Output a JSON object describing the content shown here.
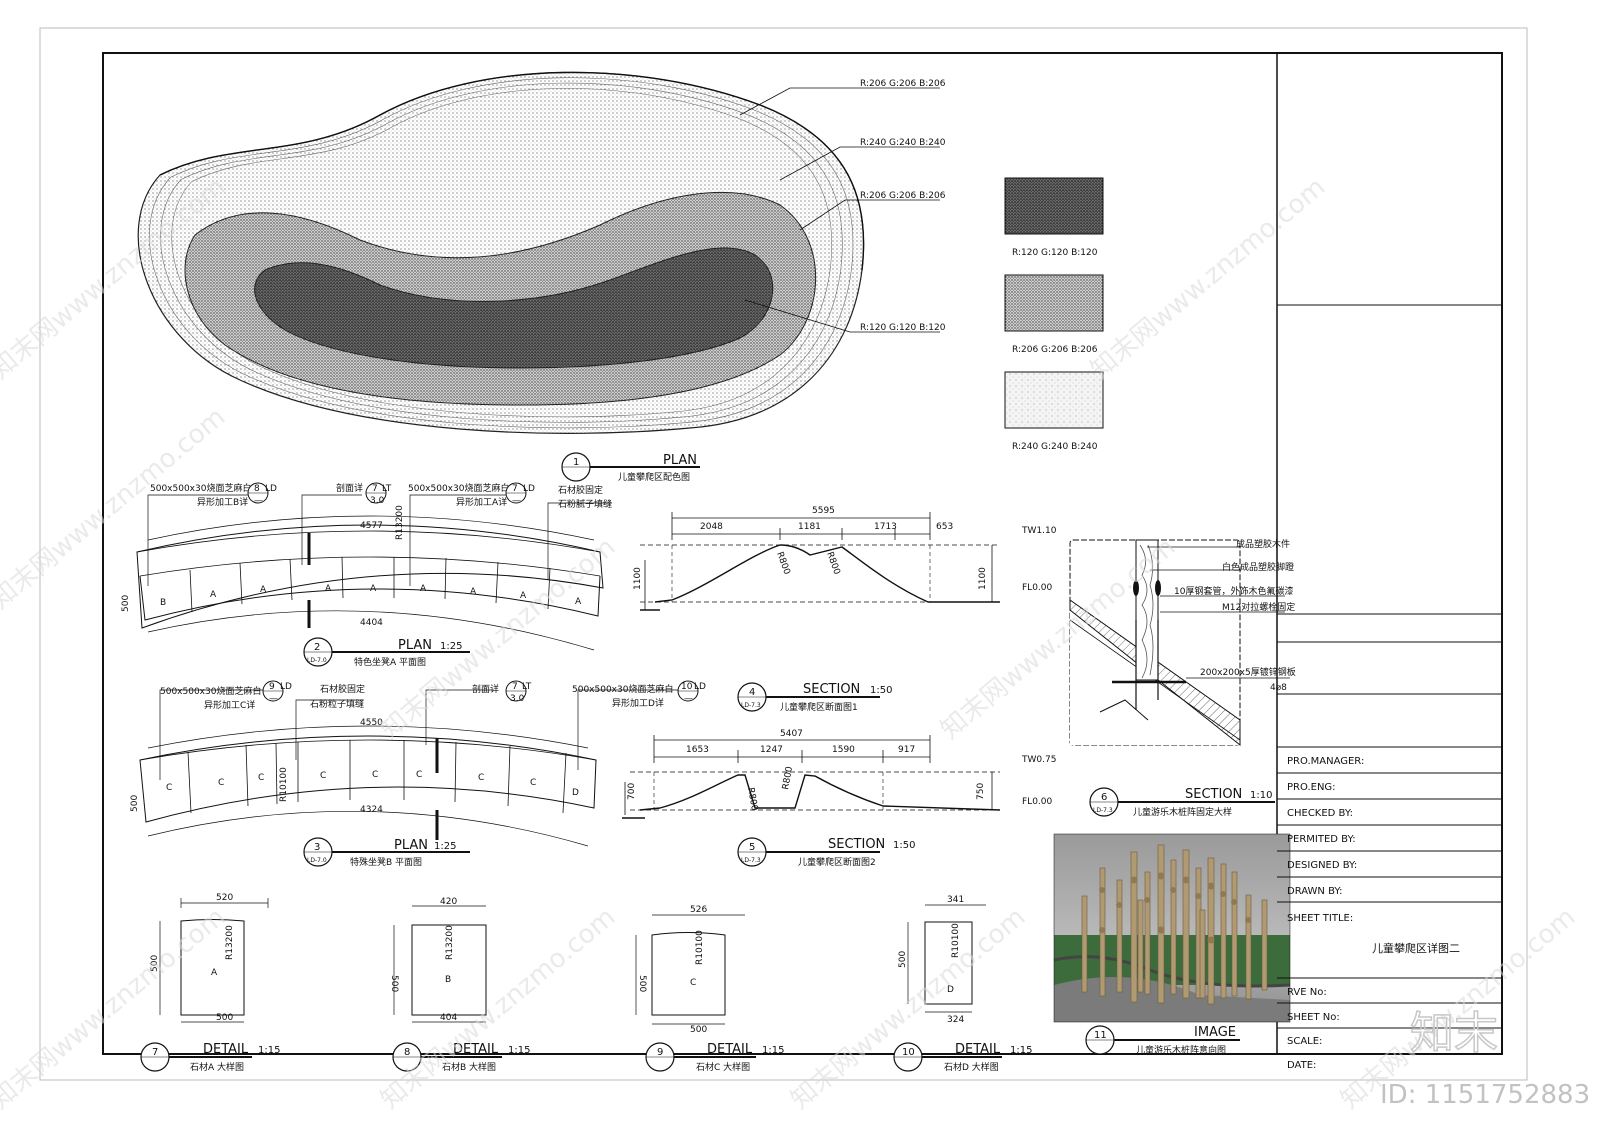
{
  "colors": {
    "swatch_dark": "#787878",
    "swatch_mid": "#cecece",
    "swatch_light": "#f0f0f0",
    "line": "#111111"
  },
  "plan_main": {
    "callouts": [
      "R:206 G:206 B:206",
      "R:240 G:240 B:240",
      "R:206 G:206 B:206",
      "R:120 G:120 B:120"
    ],
    "swatches": [
      "R:120 G:120 B:120",
      "R:206 G:206 B:206",
      "R:240 G:240 B:240"
    ],
    "title_num": "1",
    "title_en": "PLAN",
    "title_cn": "儿童攀爬区配色图"
  },
  "plan_a": {
    "note1": "500x500x30烧面芝麻白",
    "note1b": "异形加工B详",
    "ref1_num": "8",
    "ref1_sheet": "LD",
    "ref1_sub": "—",
    "note2": "剖面详",
    "ref2_num": "7",
    "ref2_sheet": "LT",
    "ref2_sub": "3.0",
    "note3": "500x500x30烧面芝麻白",
    "note3b": "异形加工A详",
    "ref3_num": "7",
    "ref3_sheet": "LD",
    "ref3_sub": "—",
    "note4": "石材胶固定",
    "note4b": "石粉腻子填缝",
    "dim_top": "4577",
    "dim_bottom": "4404",
    "radius": "R13200",
    "dim_side": "500",
    "cells": [
      "B",
      "A",
      "A",
      "A",
      "A",
      "A",
      "A",
      "A",
      "A"
    ],
    "title_num": "2",
    "title_sheet": "LD-7.0",
    "title_en": "PLAN",
    "title_scale": "1:25",
    "title_cn": "特色坐凳A 平面图"
  },
  "plan_b": {
    "note1": "500x500x30烧面芝麻白",
    "note1b": "异形加工C详",
    "ref1_num": "9",
    "ref1_sheet": "LD",
    "ref1_sub": "—",
    "note2": "石材胶固定",
    "note2b": "石粉粒子填缝",
    "note3": "剖面详",
    "ref3_num": "7",
    "ref3_sheet": "LT",
    "ref3_sub": "3.0",
    "note4": "500x500x30烧面芝麻白",
    "note4b": "异形加工D详",
    "ref4_num": "10",
    "ref4_sheet": "LD",
    "ref4_sub": "—",
    "dim_top": "4550",
    "dim_bottom": "4324",
    "radius": "R10100",
    "dim_side": "500",
    "cells": [
      "C",
      "C",
      "C",
      "C",
      "C",
      "C",
      "C",
      "C",
      "D"
    ],
    "title_num": "3",
    "title_sheet": "LD-7.0",
    "title_en": "PLAN",
    "title_scale": "1:25",
    "title_cn": "特殊坐凳B 平面图"
  },
  "section_1": {
    "dim_total": "5595",
    "dims": [
      "2048",
      "1181",
      "1713",
      "653"
    ],
    "r1": "R800",
    "r2": "R800",
    "h_left": "1100",
    "h_right": "1100",
    "tw": "TW1.10",
    "fl": "FL0.00",
    "title_num": "4",
    "title_sheet": "LD-7.3",
    "title_en": "SECTION",
    "title_scale": "1:50",
    "title_cn": "儿童攀爬区断面图1"
  },
  "section_2": {
    "dim_total": "5407",
    "dims": [
      "1653",
      "1247",
      "1590",
      "917"
    ],
    "r1": "R800",
    "r2": "R800",
    "h_left": "700",
    "h_right": "750",
    "tw": "TW0.75",
    "fl": "FL0.00",
    "title_num": "5",
    "title_sheet": "LD-7.3",
    "title_en": "SECTION",
    "title_scale": "1:50",
    "title_cn": "儿童攀爬区断面图2"
  },
  "section_6": {
    "notes": [
      "成品塑胶木件",
      "白色成品塑胶脚蹬",
      "10厚钢套管，外饰木色氟碳漆",
      "M12对拉螺栓固定",
      "200x200x5厚镀锌钢板",
      "4⌀8"
    ],
    "title_num": "6",
    "title_sheet": "LD-7.3",
    "title_en": "SECTION",
    "title_scale": "1:10",
    "title_cn": "儿童游乐木桩阵固定大样"
  },
  "details": [
    {
      "letter": "A",
      "top": "520",
      "bottom": "500",
      "side": "500",
      "radius": "R13200",
      "num": "7",
      "en": "DETAIL",
      "scale": "1:15",
      "cn": "石材A 大样图"
    },
    {
      "letter": "B",
      "top": "420",
      "bottom": "404",
      "side": "500",
      "radius": "R13200",
      "num": "8",
      "en": "DETAIL",
      "scale": "1:15",
      "cn": "石材B 大样图"
    },
    {
      "letter": "C",
      "top": "526",
      "bottom": "500",
      "side": "500",
      "radius": "R10100",
      "num": "9",
      "en": "DETAIL",
      "scale": "1:15",
      "cn": "石材C 大样图"
    },
    {
      "letter": "D",
      "top": "341",
      "bottom": "324",
      "side": "500",
      "radius": "R10100",
      "num": "10",
      "en": "DETAIL",
      "scale": "1:15",
      "cn": "石材D 大样图"
    }
  ],
  "image_view": {
    "title_num": "11",
    "title_en": "IMAGE",
    "title_cn": "儿童游乐木桩阵意向图"
  },
  "title_block": {
    "pro_manager": "PRO.MANAGER:",
    "pro_eng": "PRO.ENG:",
    "checked": "CHECKED BY:",
    "permited": "PERMITED BY:",
    "designed": "DESIGNED BY:",
    "drawn": "DRAWN BY:",
    "sheet_title_label": "SHEET TITLE:",
    "sheet_title": "儿童攀爬区详图二",
    "rve": "RVE No:",
    "sheet_no": "SHEET No:",
    "scale": "SCALE:",
    "date": "DATE:"
  },
  "watermark": {
    "text": "知末网www.znzmo.com",
    "logo": "知末",
    "id": "ID: 1151752883"
  }
}
